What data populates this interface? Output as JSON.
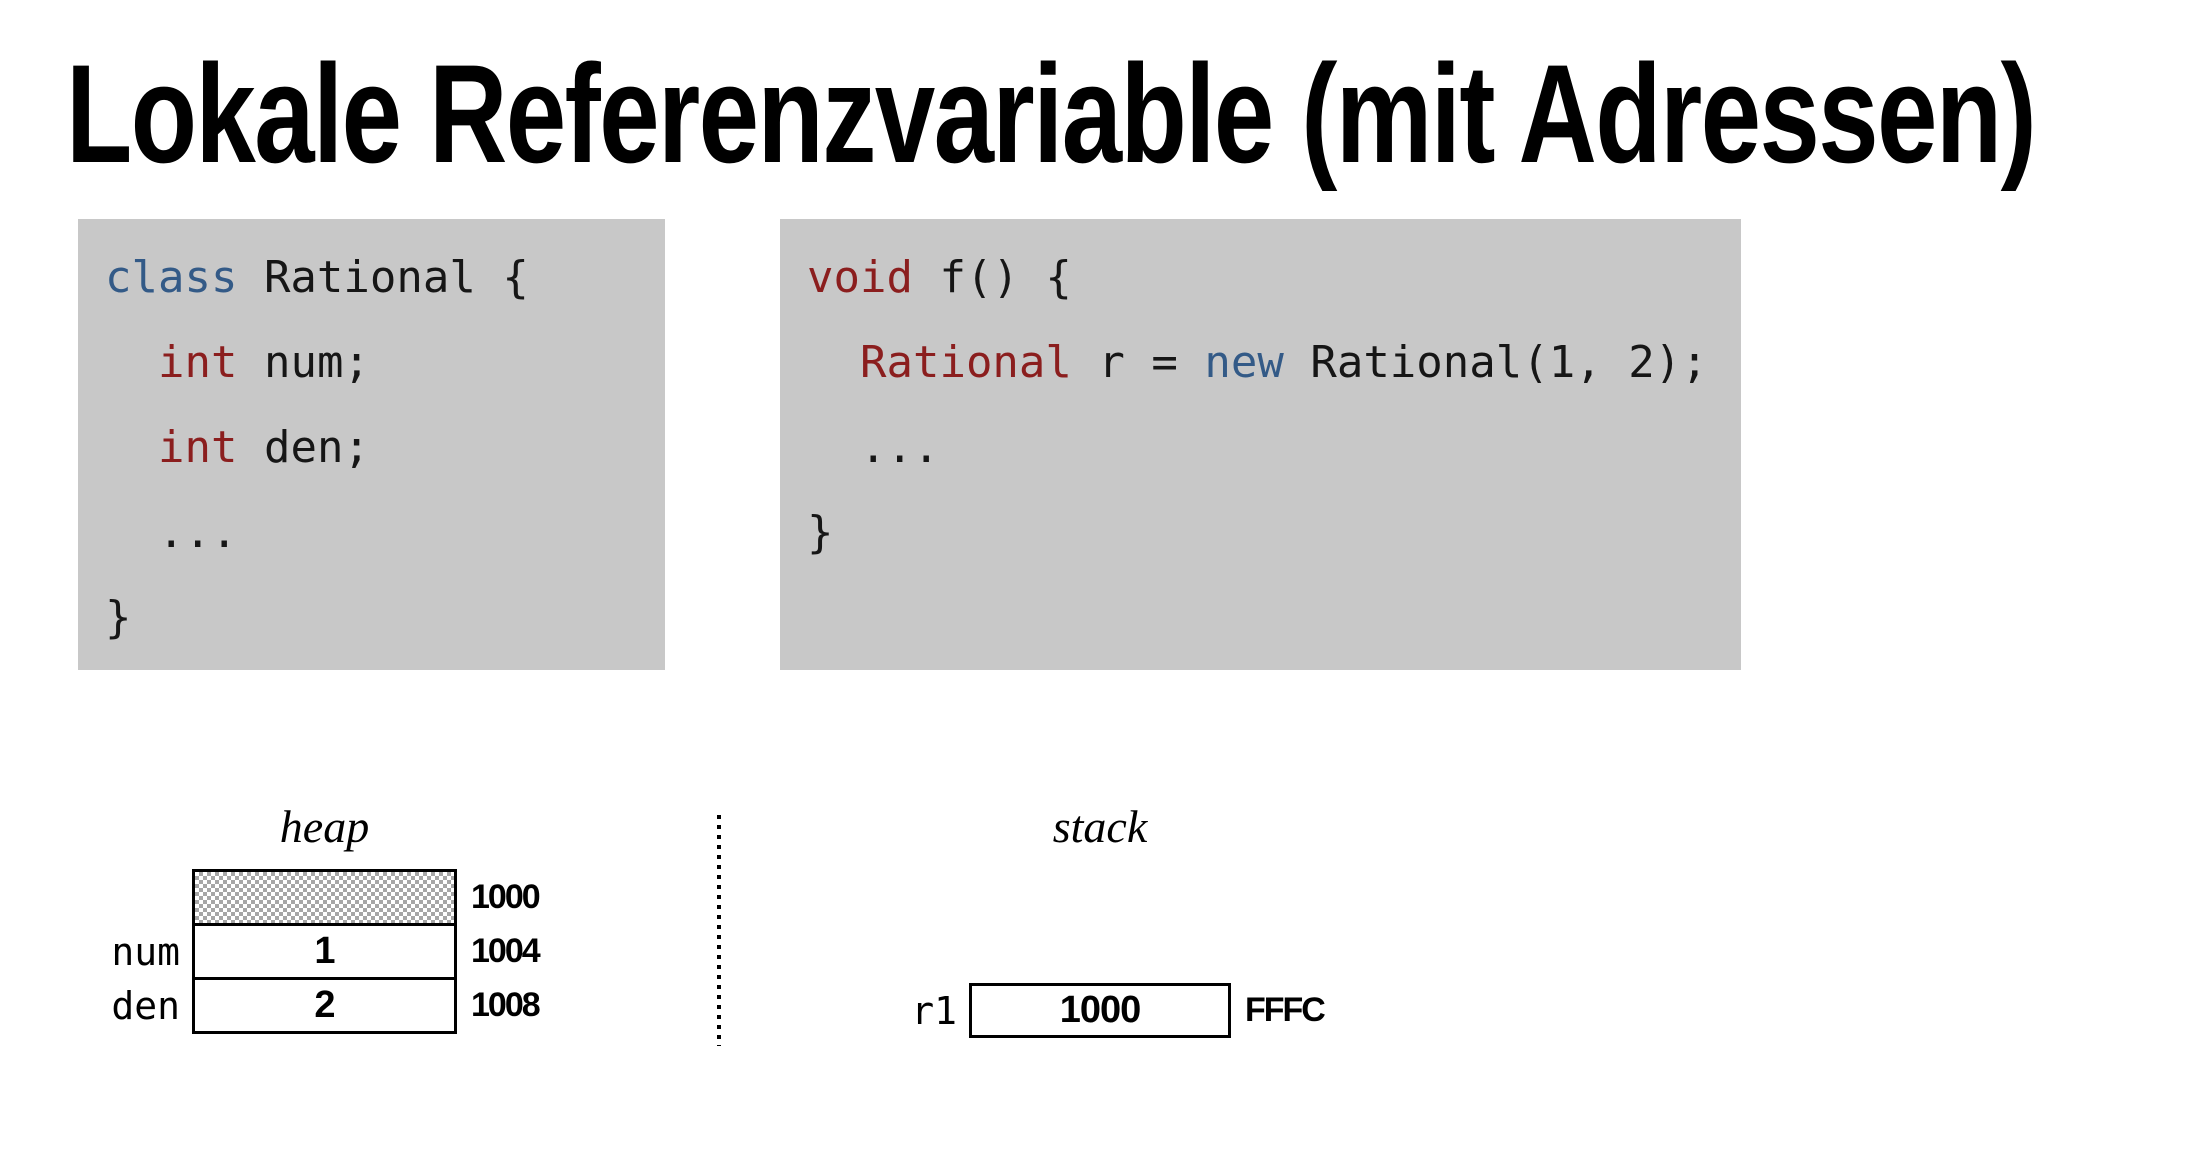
{
  "slide": {
    "title": "Lokale Referenzvariable (mit Adressen)"
  },
  "colors": {
    "plain": "#161616",
    "red": "#8b1e1e",
    "blue": "#335a87",
    "code_background": "#c8c8c8",
    "hatch_gray": "#a6a6a6"
  },
  "code_blocks": [
    {
      "name": "class-rational-definition",
      "lines": [
        [
          {
            "t": "class",
            "c": "blue"
          },
          {
            "t": " Rational {",
            "c": "plain"
          }
        ],
        [
          {
            "t": "  ",
            "c": "plain"
          },
          {
            "t": "int",
            "c": "red"
          },
          {
            "t": " num;",
            "c": "plain"
          }
        ],
        [
          {
            "t": "  ",
            "c": "plain"
          },
          {
            "t": "int",
            "c": "red"
          },
          {
            "t": " den;",
            "c": "plain"
          }
        ],
        [
          {
            "t": "  ...",
            "c": "plain"
          }
        ],
        [
          {
            "t": "}",
            "c": "plain"
          }
        ]
      ]
    },
    {
      "name": "function-f-definition",
      "lines": [
        [
          {
            "t": "void",
            "c": "red"
          },
          {
            "t": " f() {",
            "c": "plain"
          }
        ],
        [
          {
            "t": "  ",
            "c": "plain"
          },
          {
            "t": "Rational",
            "c": "red"
          },
          {
            "t": " r = ",
            "c": "plain"
          },
          {
            "t": "new",
            "c": "blue"
          },
          {
            "t": " Rational(1, 2);",
            "c": "plain"
          }
        ],
        [
          {
            "t": "  ...",
            "c": "plain"
          }
        ],
        [
          {
            "t": "}",
            "c": "plain"
          }
        ]
      ]
    }
  ],
  "memory": {
    "heap": {
      "label": "heap",
      "rows": [
        {
          "label": "",
          "value": "",
          "address": "1000",
          "hatched": true
        },
        {
          "label": "num",
          "value": "1",
          "address": "1004",
          "hatched": false
        },
        {
          "label": "den",
          "value": "2",
          "address": "1008",
          "hatched": false
        }
      ]
    },
    "stack": {
      "label": "stack",
      "rows": [
        {
          "label": "r1",
          "value": "1000",
          "address": "FFFC",
          "hatched": false
        }
      ]
    }
  }
}
